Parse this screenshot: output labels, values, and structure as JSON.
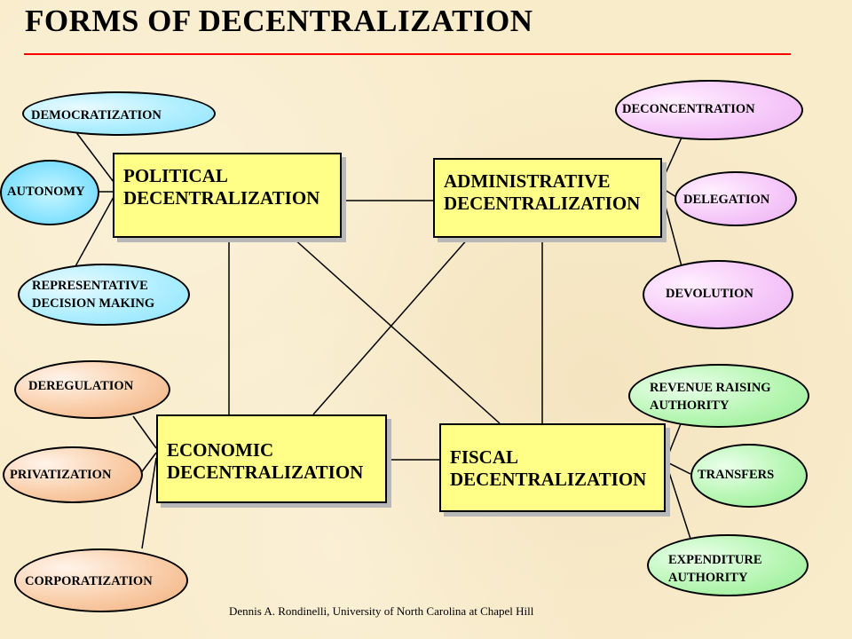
{
  "title": "FORMS OF DECENTRALIZATION",
  "title_rule_color": "#ff0000",
  "boxes": {
    "political": [
      "POLITICAL",
      "DECENTRALIZATION"
    ],
    "administrative": [
      "ADMINISTRATIVE",
      "DECENTRALIZATION"
    ],
    "economic": [
      "ECONOMIC",
      "DECENTRALIZATION"
    ],
    "fiscal": [
      "FISCAL",
      "DECENTRALIZATION"
    ]
  },
  "ovals": {
    "democratization": [
      "DEMOCRATIZATION"
    ],
    "autonomy": [
      "AUTONOMY"
    ],
    "representative": [
      "REPRESENTATIVE",
      "DECISION MAKING"
    ],
    "deregulation": [
      "DEREGULATION"
    ],
    "privatization": [
      "PRIVATIZATION"
    ],
    "corporatization": [
      "CORPORATIZATION"
    ],
    "deconcentration": [
      "DECONCENTRATION"
    ],
    "delegation": [
      "DELEGATION"
    ],
    "devolution": [
      "DEVOLUTION"
    ],
    "revenue": [
      "REVENUE RAISING",
      "AUTHORITY"
    ],
    "transfers": [
      "TRANSFERS"
    ],
    "expenditure": [
      "EXPENDITURE",
      "AUTHORITY"
    ]
  },
  "colors": {
    "box_fill": "#ffff88",
    "political_ovals": "#aeeeff",
    "administrative_ovals": "#f6c9f9",
    "economic_ovals": "#f9cda8",
    "fiscal_ovals": "#b7f6b4"
  },
  "credit": "Dennis A.  Rondinelli, University of North Carolina at Chapel Hill"
}
